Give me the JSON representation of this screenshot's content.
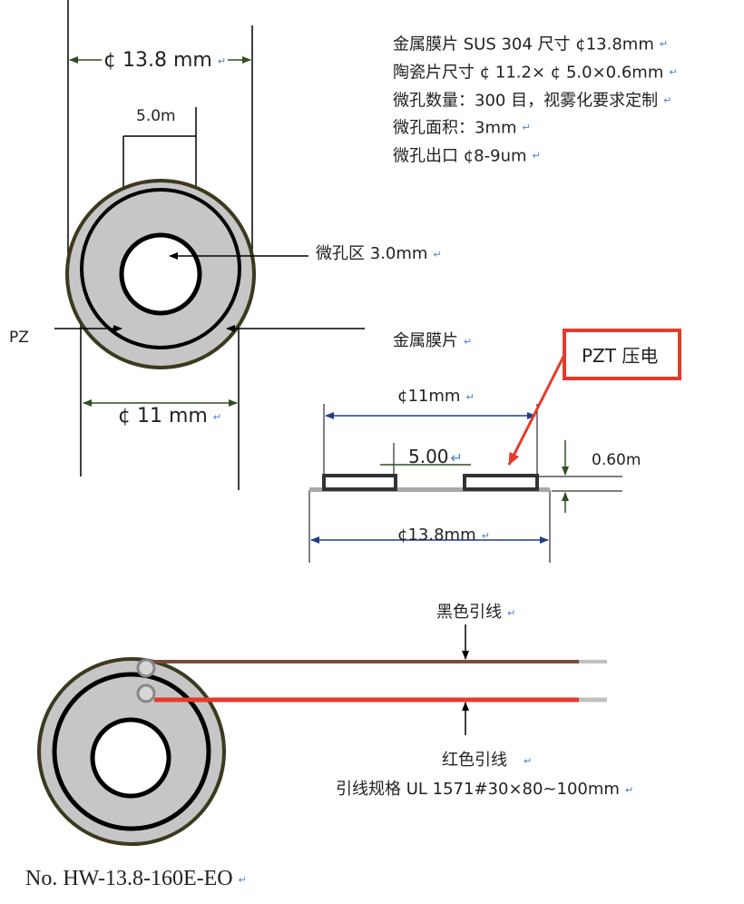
{
  "specs": [
    "金属膜片 SUS 304  尺寸 ¢13.8mm",
    "陶瓷片尺寸 ¢ 11.2× ¢ 5.0×0.6mm",
    "微孔数量：300 目，视雾化要求定制",
    "微孔面积：3mm",
    "微孔出口 ¢8-9um"
  ],
  "top_view": {
    "outer_dim": "¢ 13.8 mm",
    "inner_dim": "5.0m",
    "pz_dim": "¢ 11 mm",
    "pz_label": "PZ",
    "micro_hole_label": "微孔区 3.0mm",
    "metal_label": "金属膜片"
  },
  "section": {
    "pzt_label": "PZT  压电",
    "pz_dim": "¢11mm",
    "hole_dim": "5.00",
    "thickness": "0.60m",
    "outer_dim": "¢13.8mm"
  },
  "wire_view": {
    "black_wire": "黑色引线",
    "red_wire": "红色引线",
    "wire_spec": "引线规格 UL   1571#30×80~100mm"
  },
  "model_no": "No. HW-13.8-160E-EO",
  "colors": {
    "accent": "#e53b2c",
    "dim_blue": "#1f3f8c",
    "dim_green": "#2f4f1f",
    "metal": "#c8c8c8",
    "pz_rim": "#3c3a1e"
  }
}
